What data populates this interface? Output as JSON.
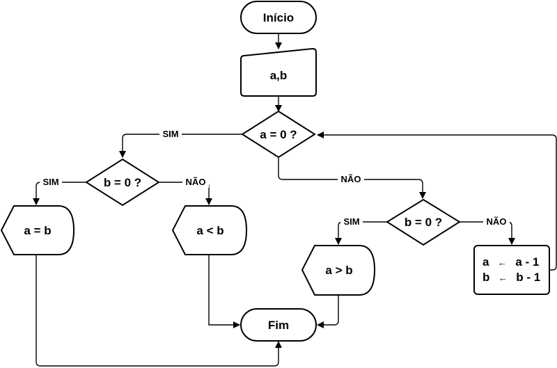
{
  "flowchart": {
    "nodes": {
      "start": "Início",
      "input": "a,b",
      "cond_a": "a = 0 ?",
      "cond_b_left": "b = 0 ?",
      "cond_b_right": "b = 0 ?",
      "out_a_eq_b": "a = b",
      "out_a_lt_b": "a < b",
      "out_a_gt_b": "a > b",
      "end": "Fim"
    },
    "process": {
      "line1": {
        "var": "a",
        "arrow": "←",
        "expr": "a - 1"
      },
      "line2": {
        "var": "b",
        "arrow": "←",
        "expr": "b - 1"
      }
    },
    "edge_labels": {
      "cond_a_yes": "SIM",
      "cond_a_no": "NÃO",
      "cond_b_left_yes": "SIM",
      "cond_b_left_no": "NÃO",
      "cond_b_right_yes": "SIM",
      "cond_b_right_no": "NÃO"
    }
  }
}
